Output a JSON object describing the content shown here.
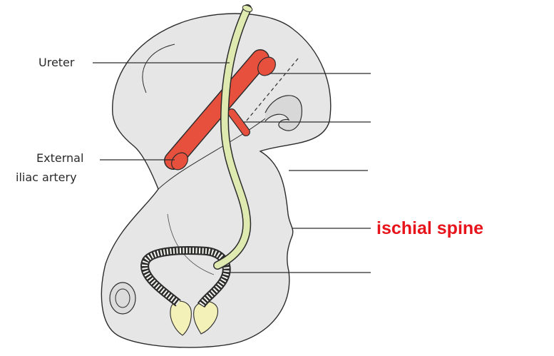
{
  "labels": {
    "ureter": "Ureter",
    "external_iliac_line1": "External",
    "external_iliac_line2": "iliac artery",
    "ischial_spine": "ischial spine"
  },
  "colors": {
    "bone_fill": "#e6e6e6",
    "outline": "#2c2c2c",
    "artery": "#e8503e",
    "ureter": "#dfeab0",
    "highlight_text": "#e8141b",
    "vesicle": "#f4f1b8"
  }
}
